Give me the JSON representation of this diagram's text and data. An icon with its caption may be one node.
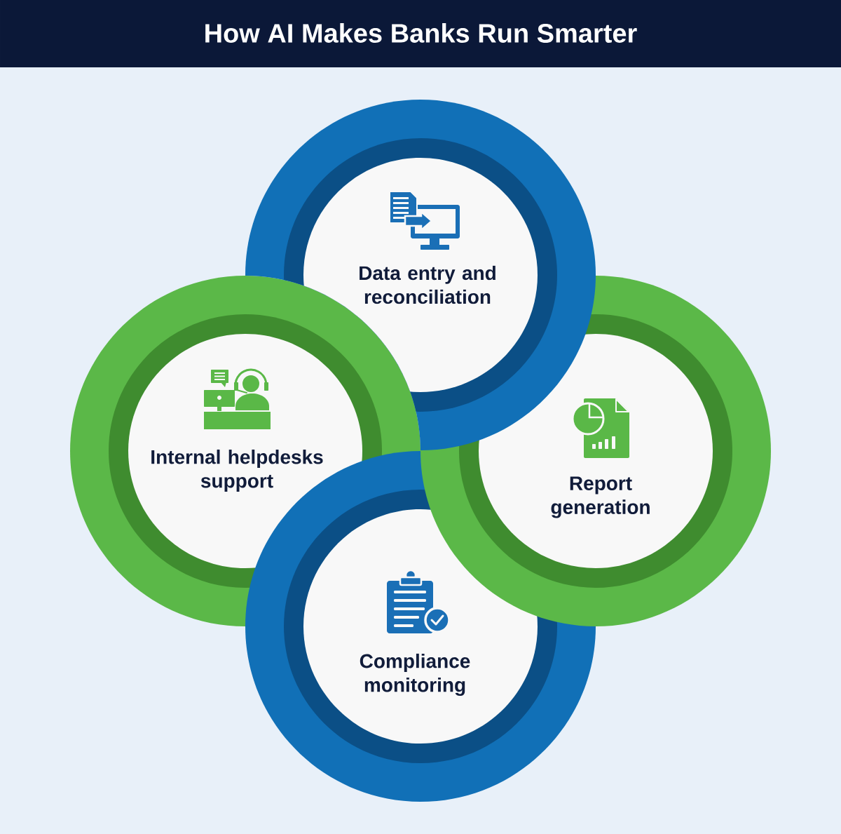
{
  "diagram": {
    "title": "How AI Makes Banks Run Smarter",
    "nodes": [
      {
        "text": [
          "Data entry and reconciliation"
        ]
      },
      {
        "text": [
          "Internal helpdesks support"
        ]
      },
      {
        "text": [
          "Report generation"
        ]
      },
      {
        "text": [
          "Compliance monitoring"
        ]
      }
    ]
  }
}
